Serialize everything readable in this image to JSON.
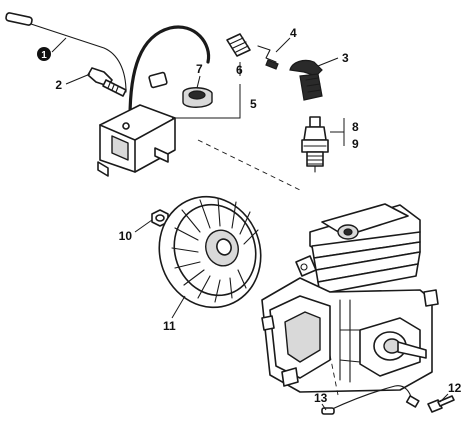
{
  "callouts": [
    {
      "id": "c1",
      "label": "1",
      "badge": true
    },
    {
      "id": "c2",
      "label": "2"
    },
    {
      "id": "c3",
      "label": "3"
    },
    {
      "id": "c4",
      "label": "4"
    },
    {
      "id": "c5",
      "label": "5"
    },
    {
      "id": "c6",
      "label": "6"
    },
    {
      "id": "c7",
      "label": "7"
    },
    {
      "id": "c8",
      "label": "8"
    },
    {
      "id": "c9",
      "label": "9"
    },
    {
      "id": "c10",
      "label": "10"
    },
    {
      "id": "c11",
      "label": "11"
    },
    {
      "id": "c12",
      "label": "12"
    },
    {
      "id": "c13",
      "label": "13"
    }
  ]
}
